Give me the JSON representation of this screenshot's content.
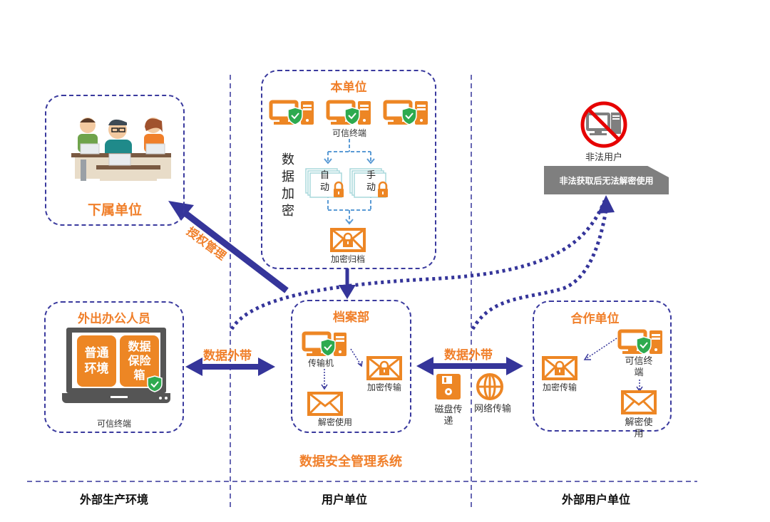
{
  "colors": {
    "orange": "#ed8624",
    "navy": "#35359a",
    "shield_green": "#2eaa4f",
    "light_blue": "#5b9bd5",
    "gray": "#7f7f7f",
    "forbidden_red": "#e60000"
  },
  "title": "数据安全管理系统",
  "zones": [
    {
      "label": "外部生产环境"
    },
    {
      "label": "用户单位"
    },
    {
      "label": "外部用户单位"
    }
  ],
  "subordinate": {
    "title": "下属单位",
    "illustration": "office-workers-illustration"
  },
  "headquarters": {
    "title": "本单位",
    "terminals_label": "可信终端",
    "vertical_label": [
      "数",
      "据",
      "加",
      "密"
    ],
    "auto_label": [
      "自",
      "动"
    ],
    "manual_label": [
      "手",
      "动"
    ],
    "archive_label": "加密归档"
  },
  "illegal_user": {
    "label": "非法用户",
    "banner": "非法获取后无法解密使用"
  },
  "remote_staff": {
    "title": "外出办公人员",
    "normal_env": [
      "普通",
      "环境"
    ],
    "safe_box": [
      "数据",
      "保险",
      "箱"
    ],
    "terminal_label": "可信终端"
  },
  "archive_dept": {
    "title": "档案部",
    "transfer_pc_label": "传输机",
    "encrypted_transfer_label": "加密传输",
    "decrypt_use_label": "解密使用"
  },
  "partner": {
    "title": "合作单位",
    "encrypted_transfer_label": "加密传输",
    "terminal_label": [
      "可信终",
      "端"
    ],
    "decrypt_use_label": [
      "解密使",
      "用"
    ]
  },
  "arrows": {
    "auth_mgmt": "授权管理",
    "data_out_left": "数据外带",
    "data_out_right": "数据外带"
  },
  "transfer_methods": {
    "disk": [
      "磁盘传",
      "递"
    ],
    "network": "网络传输"
  }
}
